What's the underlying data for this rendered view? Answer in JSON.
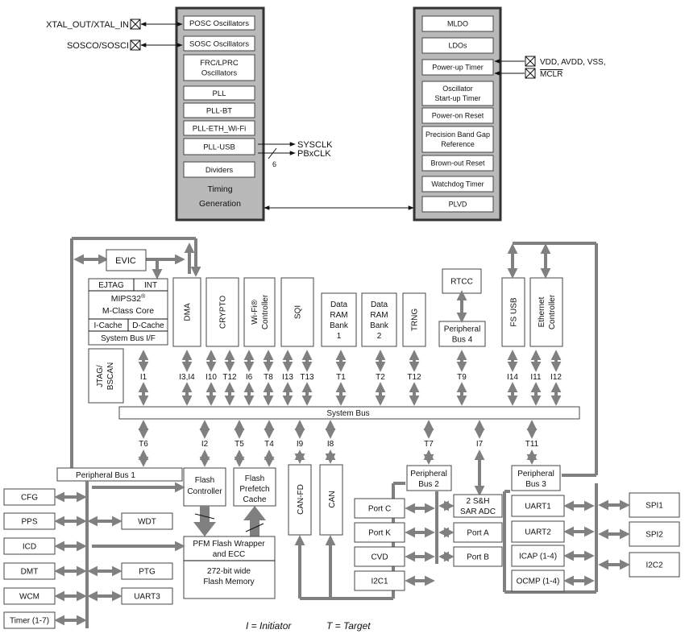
{
  "timing": {
    "ext_left": [
      "XTAL_OUT/XTAL_IN",
      "SOSCO/SOSCI"
    ],
    "osc": [
      "POSC Oscillators",
      "SOSC Oscillators",
      "FRC/LPRC Oscillators",
      "PLL",
      "PLL-BT",
      "PLL-ETH_Wi-Fi",
      "PLL-USB",
      "Dividers"
    ],
    "title": "Timing Generation",
    "sysclk": "SYSCLK",
    "pbxclk": "PBxCLK",
    "bus_width": "6"
  },
  "power": {
    "items": [
      "MLDO",
      "LDOs",
      "Power-up Timer",
      "Oscillator Start-up Timer",
      "Power-on Reset",
      "Precision Band Gap Reference",
      "Brown-out Reset",
      "Watchdog Timer",
      "PLVD"
    ],
    "pins": "VDD, AVDD, VSS,",
    "mclr": "MCLR"
  },
  "cpu": {
    "evic": "EVIC",
    "ejtag": "EJTAG",
    "int": "INT",
    "core": "MIPS32® M-Class Core",
    "icache": "I-Cache",
    "dcache": "D-Cache",
    "bus_if": "System Bus I/F",
    "jtag": "JTAG/ BSCAN"
  },
  "top_modules": [
    "DMA",
    "CRYPTO",
    "Wi-Fi® Controller",
    "SQI",
    "Data RAM Bank 1",
    "Data RAM Bank 2",
    "TRNG",
    "RTCC",
    "Peripheral Bus 4",
    "FS USB",
    "Ethernet Controller"
  ],
  "top_ports": [
    "I1",
    "I3,I4",
    "I10",
    "T12",
    "I6",
    "T8",
    "I13",
    "T13",
    "T1",
    "T2",
    "T12",
    "T9",
    "I14",
    "I11",
    "I12"
  ],
  "system_bus": "System Bus",
  "bottom_ports": [
    "T6",
    "I2",
    "T5",
    "T4",
    "I9",
    "I8",
    "T7",
    "I7",
    "T11"
  ],
  "bottom_modules": [
    "Peripheral Bus 1",
    "Flash Controller",
    "Flash Prefetch Cache",
    "CAN-FD",
    "CAN",
    "Peripheral Bus 2",
    "Peripheral Bus 3"
  ],
  "flash": {
    "wrapper": "PFM Flash Wrapper and ECC",
    "memory": "272-bit wide Flash Memory"
  },
  "pb1_left": [
    "CFG",
    "PPS",
    "ICD",
    "DMT",
    "WCM",
    "Timer (1-7)"
  ],
  "pb1_right": [
    "WDT",
    "PTG",
    "UART3"
  ],
  "pb2_left": [
    "Port C",
    "Port K",
    "CVD",
    "I2C1"
  ],
  "pb2_right": [
    "2 S&H SAR ADC",
    "Port A",
    "Port B"
  ],
  "pb3_left": [
    "UART1",
    "UART2",
    "ICAP (1-4)",
    "OCMP (1-4)"
  ],
  "pb3_right": [
    "SPI1",
    "SPI2",
    "I2C2"
  ],
  "legend": {
    "initiator": "I = Initiator",
    "target": "T = Target"
  }
}
